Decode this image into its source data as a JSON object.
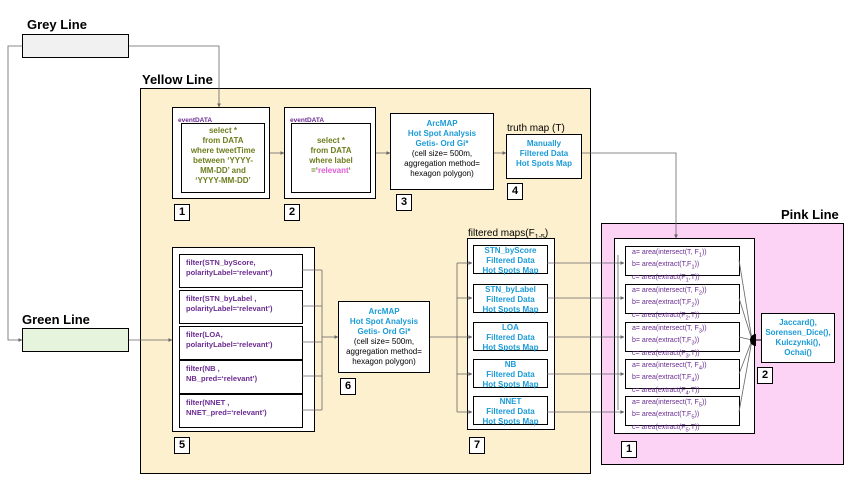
{
  "grey": {
    "title": "Grey Line"
  },
  "yellow": {
    "title": "Yellow Line"
  },
  "green": {
    "title": "Green Line"
  },
  "pink": {
    "title": "Pink Line"
  },
  "step1": {
    "label": "eventDATA",
    "l1": "select *",
    "l2": "from DATA",
    "l3": "where tweetTime",
    "l4": "between ‘YYYY-",
    "l5": "MM-DD’ and",
    "l6": "‘YYYY-MM-DD’",
    "num": "1"
  },
  "step2": {
    "label": "eventDATA",
    "l1": "select *",
    "l2": "from DATA",
    "l3": "where label",
    "l4": "=‘",
    "l4b": "relevant",
    "l4c": "‘",
    "num": "2"
  },
  "step3": {
    "l1": "ArcMAP",
    "l2": "Hot Spot Analysis",
    "l3": "Getis- Ord Gi*",
    "l4": "(cell size= 500m,",
    "l5": "aggregation method=",
    "l6": "hexagon polygon)",
    "num": "3"
  },
  "step4": {
    "title": "truth map (T)",
    "l1": "Manually",
    "l2": "Filtered Data",
    "l3": "Hot Spots Map",
    "num": "4"
  },
  "step5": {
    "filters": [
      {
        "a": "filter(STN_byScore,",
        "b": "polarityLabel=‘relevant’)"
      },
      {
        "a": "filter(STN_byLabel ,",
        "b": "polarityLabel=‘relevant’)"
      },
      {
        "a": "filter(LOA,",
        "b": "polarityLabel=‘relevant’)"
      },
      {
        "a": "filter(NB ,",
        "b": "NB_pred=‘relevant’)"
      },
      {
        "a": "filter(NNET ,",
        "b": "NNET_pred=‘relevant’)"
      }
    ],
    "num": "5"
  },
  "step6": {
    "l1": "ArcMAP",
    "l2": "Hot Spot Analysis",
    "l3": "Getis- Ord Gi*",
    "l4": "(cell size= 500m,",
    "l5": "aggregation method=",
    "l6": "hexagon polygon)",
    "num": "6"
  },
  "step7": {
    "title": "filtered maps(F",
    "title_sub": "1-5",
    "title_end": ")",
    "maps": [
      {
        "a": "STN_byScore",
        "b": "Filtered Data",
        "c": "Hot Spots Map"
      },
      {
        "a": "STN_byLabel",
        "b": "Filtered Data",
        "c": "Hot Spots Map"
      },
      {
        "a": "LOA",
        "b": "Filtered Data",
        "c": "Hot Spots Map"
      },
      {
        "a": "NB",
        "b": "Filtered Data",
        "c": "Hot Spots Map"
      },
      {
        "a": "NNET",
        "b": "Filtered Data",
        "c": "Hot Spots Map"
      }
    ],
    "num": "7"
  },
  "pink1": {
    "groups": [
      {
        "a": "a= area(intersect(T, F",
        "as": "1",
        "b": "b= area(extract(T,F",
        "bs": "1",
        "c": "c= area(extract(F",
        "cs": "1",
        "cend": ",T))"
      },
      {
        "a": "a= area(intersect(T, F",
        "as": "2",
        "b": "b= area(extract(T,F",
        "bs": "2",
        "c": "c= area(extract(F",
        "cs": "2",
        "cend": ",T))"
      },
      {
        "a": "a= area(intersect(T, F",
        "as": "3",
        "b": "b= area(extract(T,F",
        "bs": "3",
        "c": "c= area(extract(F",
        "cs": "3",
        "cend": ",T))"
      },
      {
        "a": "a= area(intersect(T, F",
        "as": "4",
        "b": "b= area(extract(T,F",
        "bs": "4",
        "c": "c= area(extract(F",
        "cs": "4",
        "cend": ",T))"
      },
      {
        "a": "a= area(intersect(T, F",
        "as": "5",
        "b": "b= area(extract(T,F",
        "bs": "5",
        "c": "c= area(extract(F",
        "cs": "5",
        "cend": ",T))"
      }
    ],
    "num": "1"
  },
  "pink2": {
    "l1": "Jaccard(),",
    "l2": "Sorensen_Dice(),",
    "l3": "Kulczynki(),",
    "l4": "Ochai()",
    "num": "2"
  },
  "colors": {
    "yellow_bg": "#fdf0cf",
    "pink_bg": "#fcd2f5",
    "green_bg": "#e6f4dd",
    "grey_bg": "#f1f1f1",
    "blue_text": "#1a9bd7",
    "purple_text": "#6b2c91"
  }
}
